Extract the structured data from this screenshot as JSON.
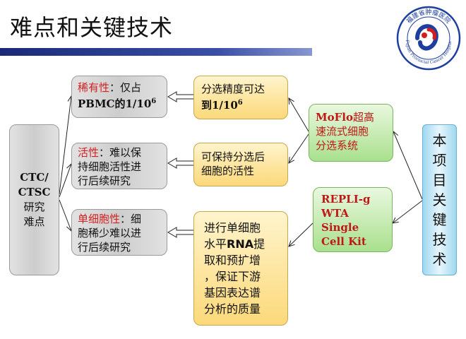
{
  "slide": {
    "title": "难点和关键技术",
    "logo": {
      "arc_text": "福建省肿瘤医院",
      "en_text": "Fujian Provincial Cancer Hospital",
      "icon": "hospital-logo-icon",
      "colors": {
        "blue": "#1e3f9e",
        "red": "#d41e1e"
      }
    }
  },
  "left_box": {
    "lines": [
      "CTC/",
      "CTSC",
      "研究",
      "难点"
    ]
  },
  "difficulties": [
    {
      "highlight": "稀有性",
      "rest_line1": "：仅占",
      "line2_prefix": "PBMC的1/10",
      "line2_sup": "6"
    },
    {
      "highlight": "活性",
      "rest_line1": "：难以保",
      "line2": "持细胞活性进",
      "line3": "行后续研究"
    },
    {
      "highlight": "单细胞性",
      "rest_line1": "：细",
      "line2": "胞稀少难以进",
      "line3": "行后续研究"
    }
  ],
  "requirements": [
    {
      "line1": "分选精度可达",
      "line2_prefix": "到1/10",
      "line2_sup": "6"
    },
    {
      "line1": "可保持分选后",
      "line2": "细胞的活性"
    },
    {
      "lines": [
        {
          "t1": "进行单细胞",
          "t2": ""
        },
        {
          "t1": "水平",
          "t2": "RNA",
          "t3": "提"
        },
        {
          "t1": "取和预扩增",
          "t2": ""
        },
        {
          "t1": "，保证下游",
          "t2": ""
        },
        {
          "t1": "基因表达谱",
          "t2": ""
        },
        {
          "t1": "分析的质量",
          "t2": ""
        }
      ]
    }
  ],
  "technologies": [
    {
      "name_latin": "MoFlo",
      "name_zh": "超高",
      "line2": "速流式细胞",
      "line3": "分选系统"
    },
    {
      "lines": [
        "REPLI-g",
        "WTA",
        "Single",
        "Cell Kit"
      ]
    }
  ],
  "right_box": {
    "label_chars": [
      "本",
      "项",
      "目",
      "关",
      "键",
      "技",
      "术"
    ]
  },
  "colors": {
    "highlight_red": "#d42020",
    "tech_red": "#c01818",
    "bar_blue": "#1a2a78"
  }
}
